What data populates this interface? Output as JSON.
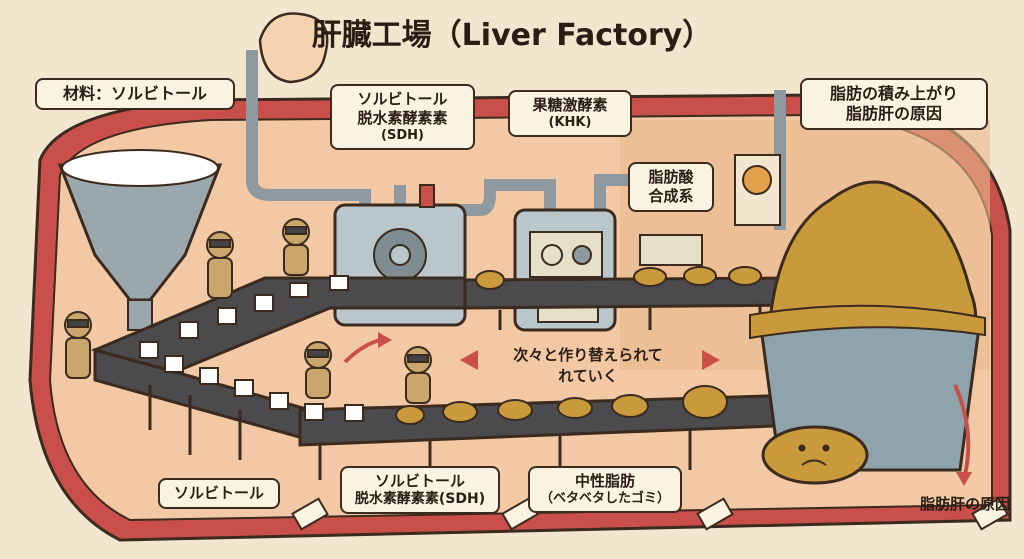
{
  "title": "肝臓工場（Liver Factory）",
  "labels": {
    "material": "材料：ソルビトール",
    "sdh_machine_line1": "ソルビトール",
    "sdh_machine_line2": "脱水素酵素素",
    "sdh_machine_line3": "(SDH)",
    "khk_line1": "果糖激酵素",
    "khk_line2": "(KHK)",
    "fa_line1": "脂肪酸",
    "fa_line2": "合成系",
    "fat_pile_line1": "脂肪の積み上がり",
    "fat_pile_line2": "脂肪肝の原因",
    "conveyor_note_line1": "次々と作り替えられて",
    "conveyor_note_line2": "れていく",
    "sorbitol_bottom": "ソルビトール",
    "sdh_bottom_line1": "ソルビトール",
    "sdh_bottom_line2": "脱水素酵素素(SDH)",
    "neutral_fat_line1": "中性脂肪",
    "neutral_fat_line2": "（ベタベタしたゴミ）",
    "fatty_liver_cause": "脂肪肝の原因"
  },
  "colors": {
    "outline": "#3b2a1e",
    "wall": "#f2c9a4",
    "wall_outer": "#c9504a",
    "machine": "#b9c6cc",
    "belt": "#4b4b4d",
    "fat": "#c99a3c",
    "sugar": "#ffffff",
    "worker": "#c9a66b",
    "label_bg": "#fbf3e2"
  },
  "icons": [
    "gear-icon",
    "atom-icon",
    "lightning-icon",
    "thermometer-icon",
    "pie-gauge-icon",
    "domino-icon",
    "sad-face-icon"
  ]
}
